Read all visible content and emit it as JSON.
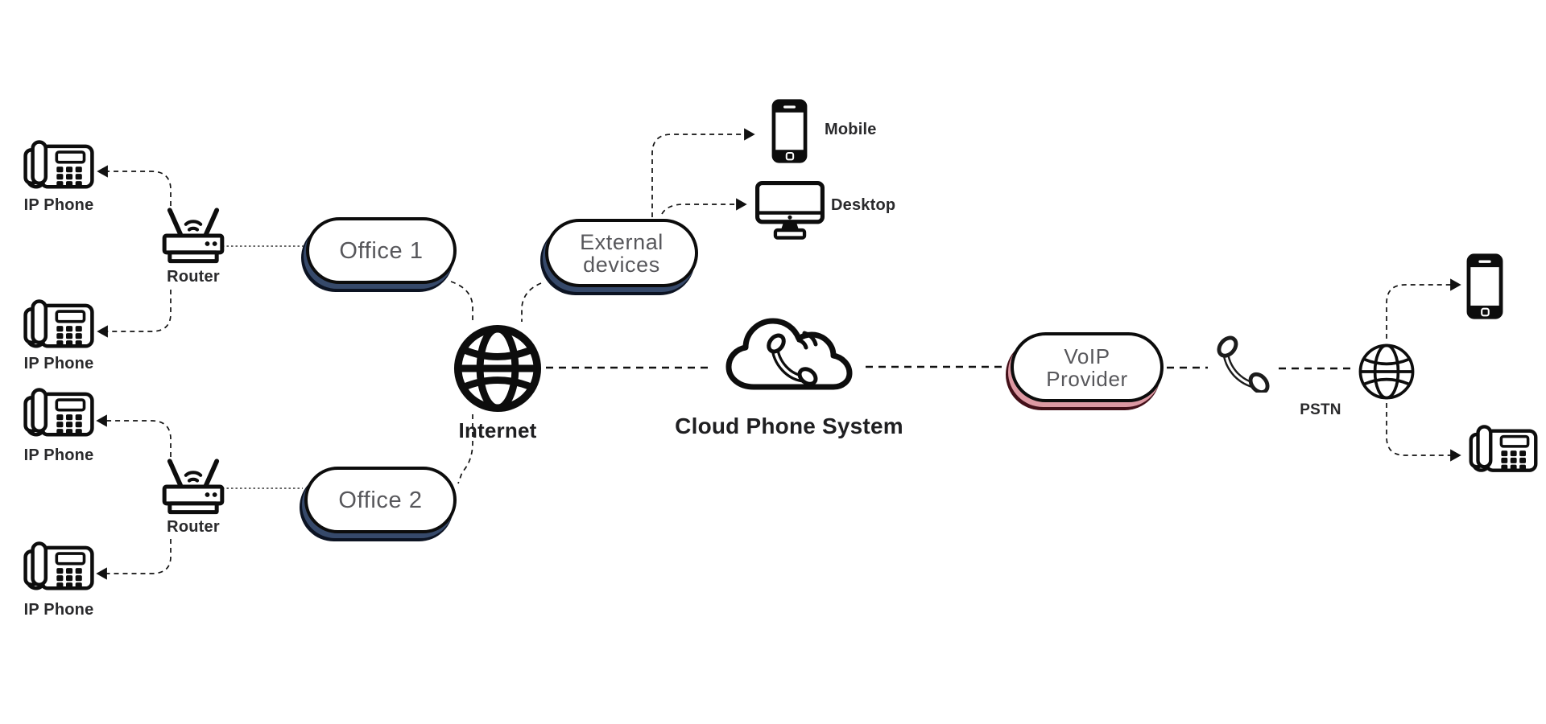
{
  "nodes": {
    "ip_phone_1": {
      "label": "IP Phone"
    },
    "ip_phone_2": {
      "label": "IP Phone"
    },
    "ip_phone_3": {
      "label": "IP Phone"
    },
    "ip_phone_4": {
      "label": "IP Phone"
    },
    "router_1": {
      "label": "Router"
    },
    "router_2": {
      "label": "Router"
    },
    "office_1": {
      "label": "Office 1"
    },
    "office_2": {
      "label": "Office 2"
    },
    "internet": {
      "label": "Internet"
    },
    "external_devices": {
      "line1": "External",
      "line2": "devices"
    },
    "mobile": {
      "label": "Mobile"
    },
    "desktop": {
      "label": "Desktop"
    },
    "cloud_phone_system": {
      "label": "Cloud Phone System"
    },
    "voip_provider": {
      "line1": "VoIP",
      "line2": "Provider"
    },
    "pstn": {
      "label": "PSTN"
    },
    "pstn_mobile": {
      "icon": "mobile-phone-icon"
    },
    "pstn_desk_phone": {
      "icon": "desk-phone-icon"
    }
  },
  "icons": {
    "ip_phone": "desk-phone-icon",
    "router": "wifi-router-icon",
    "internet": "globe-icon",
    "cloud": "cloud-call-icon",
    "mobile": "mobile-phone-icon",
    "desktop": "desktop-monitor-icon",
    "handset": "phone-handset-icon",
    "pstn": "globe-icon"
  },
  "connections": [
    {
      "from": "router_1",
      "to": "ip_phone_1",
      "style": "dashed",
      "arrow": true
    },
    {
      "from": "router_1",
      "to": "ip_phone_2",
      "style": "dashed",
      "arrow": true
    },
    {
      "from": "router_1",
      "to": "office_1",
      "style": "dotted",
      "arrow": false
    },
    {
      "from": "office_1",
      "to": "internet",
      "style": "dashed",
      "arrow": false
    },
    {
      "from": "office_2",
      "to": "internet",
      "style": "dashed",
      "arrow": false
    },
    {
      "from": "external_devices",
      "to": "internet",
      "style": "dashed",
      "arrow": false
    },
    {
      "from": "external_devices",
      "to": "mobile",
      "style": "dashed",
      "arrow": true
    },
    {
      "from": "external_devices",
      "to": "desktop",
      "style": "dashed",
      "arrow": true
    },
    {
      "from": "internet",
      "to": "cloud_phone_system",
      "style": "bold-dashed",
      "arrow": false
    },
    {
      "from": "cloud_phone_system",
      "to": "voip_provider",
      "style": "bold-dashed",
      "arrow": false
    },
    {
      "from": "voip_provider",
      "to": "handset",
      "style": "bold-dashed",
      "arrow": false
    },
    {
      "from": "handset",
      "to": "pstn",
      "style": "bold-dashed",
      "arrow": false
    },
    {
      "from": "pstn",
      "to": "pstn_mobile",
      "style": "dashed",
      "arrow": true
    },
    {
      "from": "pstn",
      "to": "pstn_desk_phone",
      "style": "dashed",
      "arrow": true
    },
    {
      "from": "router_2",
      "to": "ip_phone_3",
      "style": "dashed",
      "arrow": true
    },
    {
      "from": "router_2",
      "to": "ip_phone_4",
      "style": "dashed",
      "arrow": true
    },
    {
      "from": "router_2",
      "to": "office_2",
      "style": "dotted",
      "arrow": false
    }
  ],
  "colors": {
    "line": "#111111",
    "icon": "#0d0d0d",
    "label_text": "#2a2a2c",
    "pill_text": "#57575b",
    "pill_border": "#0c0c0c",
    "office_shadow": "#36496a",
    "office_shadow_outline": "#0c1322",
    "voip_shadow": "#dd99a3",
    "voip_shadow_outline": "#431019",
    "background": "#ffffff"
  }
}
